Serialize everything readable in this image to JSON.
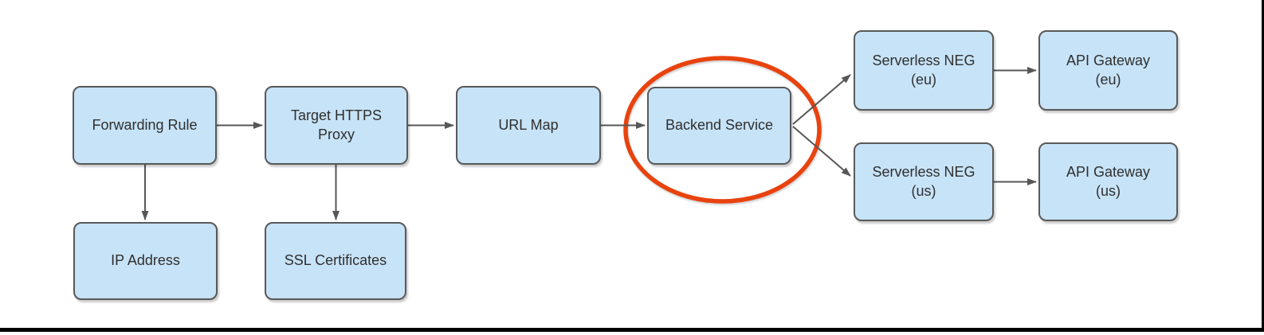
{
  "diagram": {
    "nodes": {
      "forwarding_rule": {
        "label": "Forwarding Rule"
      },
      "target_https_proxy": {
        "label": "Target HTTPS\nProxy"
      },
      "url_map": {
        "label": "URL Map"
      },
      "backend_service": {
        "label": "Backend Service"
      },
      "serverless_neg_eu": {
        "label": "Serverless NEG\n(eu)"
      },
      "api_gateway_eu": {
        "label": "API Gateway\n(eu)"
      },
      "serverless_neg_us": {
        "label": "Serverless NEG\n(us)"
      },
      "api_gateway_us": {
        "label": "API Gateway\n(us)"
      },
      "ip_address": {
        "label": "IP Address"
      },
      "ssl_certificates": {
        "label": "SSL Certificates"
      }
    },
    "edges": [
      {
        "from": "forwarding_rule",
        "to": "target_https_proxy"
      },
      {
        "from": "target_https_proxy",
        "to": "url_map"
      },
      {
        "from": "url_map",
        "to": "backend_service"
      },
      {
        "from": "backend_service",
        "to": "serverless_neg_eu"
      },
      {
        "from": "backend_service",
        "to": "serverless_neg_us"
      },
      {
        "from": "serverless_neg_eu",
        "to": "api_gateway_eu"
      },
      {
        "from": "serverless_neg_us",
        "to": "api_gateway_us"
      },
      {
        "from": "forwarding_rule",
        "to": "ip_address"
      },
      {
        "from": "target_https_proxy",
        "to": "ssl_certificates"
      }
    ],
    "annotation": {
      "type": "ellipse_highlight",
      "target": "backend_service"
    }
  },
  "colors": {
    "node_fill": "#c7e3f7",
    "node_border": "#595959",
    "node_text": "#2f2f2f",
    "connector": "#575757",
    "highlight": "#e8430e",
    "frame": "#000000",
    "background": "#ffffff"
  }
}
